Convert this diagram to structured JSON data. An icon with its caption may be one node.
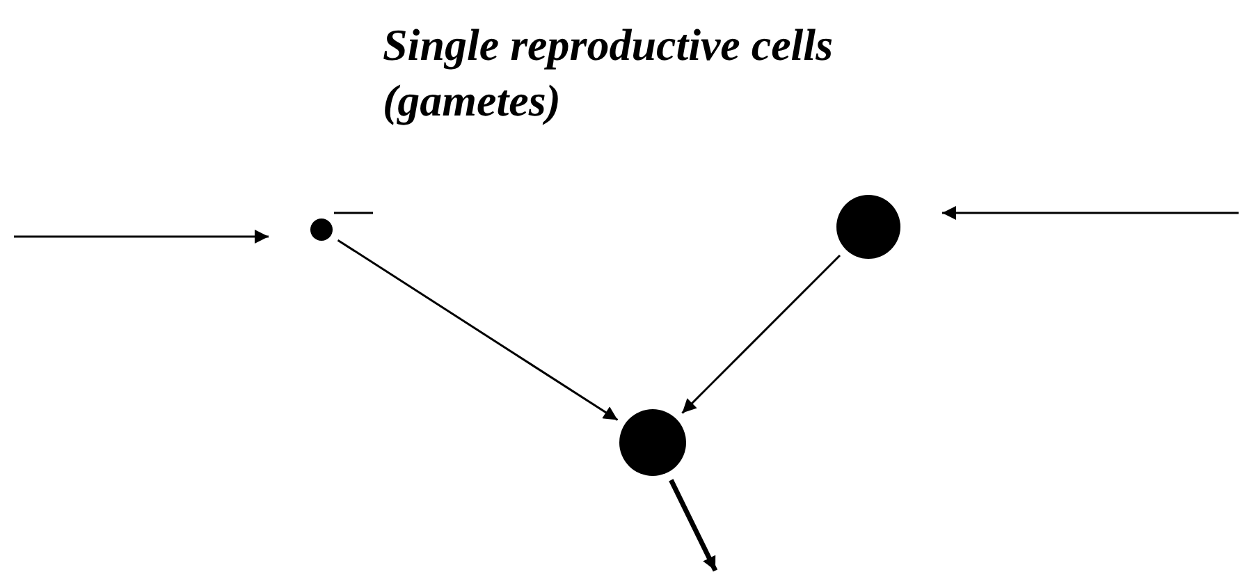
{
  "diagram": {
    "title": "Single reproductive cells (gametes)",
    "nodes": [
      {
        "text": [],
        "shape": "circle"
      },
      {
        "text": [],
        "shape": "circle"
      },
      {
        "text": [],
        "shape": "circle"
      }
    ],
    "edges": [
      {
        "from": null,
        "to": 0,
        "arrow": "to"
      },
      {
        "from": null,
        "to": 1,
        "arrow": "to"
      },
      {
        "from": 0,
        "to": 2,
        "arrow": "to"
      },
      {
        "from": 1,
        "to": 2,
        "arrow": "to"
      },
      {
        "from": 2,
        "to": null,
        "arrow": "to",
        "style": "thick"
      }
    ]
  }
}
